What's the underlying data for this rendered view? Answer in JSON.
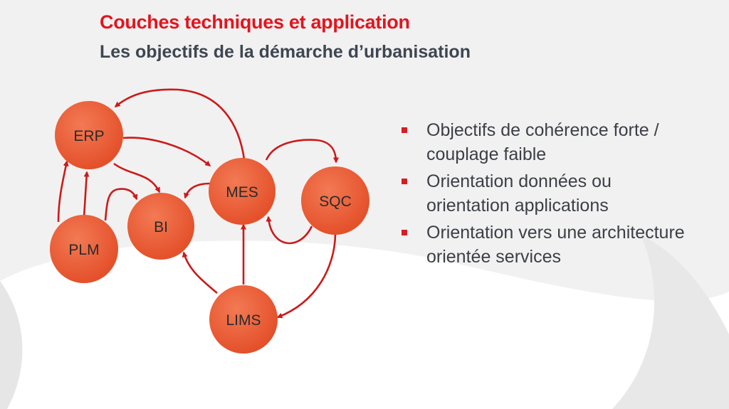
{
  "header": {
    "title": "Couches techniques et application",
    "subtitle": "Les objectifs de la démarche d’urbanisation"
  },
  "diagram": {
    "nodes": [
      {
        "id": "erp",
        "label": "ERP"
      },
      {
        "id": "mes",
        "label": "MES"
      },
      {
        "id": "sqc",
        "label": "SQC"
      },
      {
        "id": "bi",
        "label": "BI"
      },
      {
        "id": "plm",
        "label": "PLM"
      },
      {
        "id": "lims",
        "label": "LIMS"
      }
    ],
    "edges": [
      {
        "from": "mes",
        "to": "erp"
      },
      {
        "from": "erp",
        "to": "mes"
      },
      {
        "from": "erp",
        "to": "bi"
      },
      {
        "from": "mes",
        "to": "bi"
      },
      {
        "from": "mes",
        "to": "sqc"
      },
      {
        "from": "sqc",
        "to": "mes"
      },
      {
        "from": "sqc",
        "to": "lims"
      },
      {
        "from": "lims",
        "to": "mes"
      },
      {
        "from": "lims",
        "to": "bi"
      },
      {
        "from": "plm",
        "to": "erp"
      },
      {
        "from": "plm",
        "to": "bi"
      }
    ],
    "colors": {
      "node": "#e8532e",
      "arrow": "#cc1a1a"
    }
  },
  "bullets": [
    "Objectifs de cohérence forte / couplage faible",
    "Orientation données ou orientation applications",
    "Orientation vers une architecture orientée services"
  ]
}
